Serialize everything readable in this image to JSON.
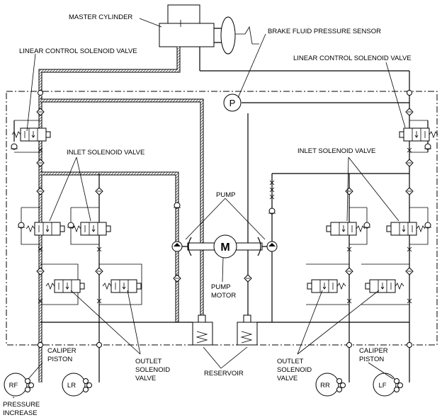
{
  "labels": {
    "master_cylinder": "MASTER CYLINDER",
    "brake_fluid_pressure_sensor": "BRAKE FLUID PRESSURE SENSOR",
    "linear_control_left": "LINEAR CONTROL SOLENOID VALVE",
    "linear_control_right": "LINEAR CONTROL SOLENOID VALVE",
    "inlet_left": "INLET SOLENOID VALVE",
    "inlet_right": "INLET SOLENOID VALVE",
    "pump": "PUMP",
    "pump_motor_line1": "PUMP",
    "pump_motor_line2": "MOTOR",
    "caliper_left_line1": "CALIPER",
    "caliper_left_line2": "PISTON",
    "caliper_right_line1": "CALIPER",
    "caliper_right_line2": "PISTON",
    "outlet_left_line1": "OUTLET",
    "outlet_left_line2": "SOLENOID",
    "outlet_left_line3": "VALVE",
    "outlet_right_line1": "OUTLET",
    "outlet_right_line2": "SOLENOID",
    "outlet_right_line3": "VALVE",
    "reservoir": "RESERVOIR",
    "pressure_increase_line1": "PRESSURE",
    "pressure_increase_line2": "INCREASE",
    "sensor_symbol": "P",
    "motor_symbol": "M",
    "wheel_rf": "RF",
    "wheel_lr": "LR",
    "wheel_rr": "RR",
    "wheel_lf": "LF"
  }
}
